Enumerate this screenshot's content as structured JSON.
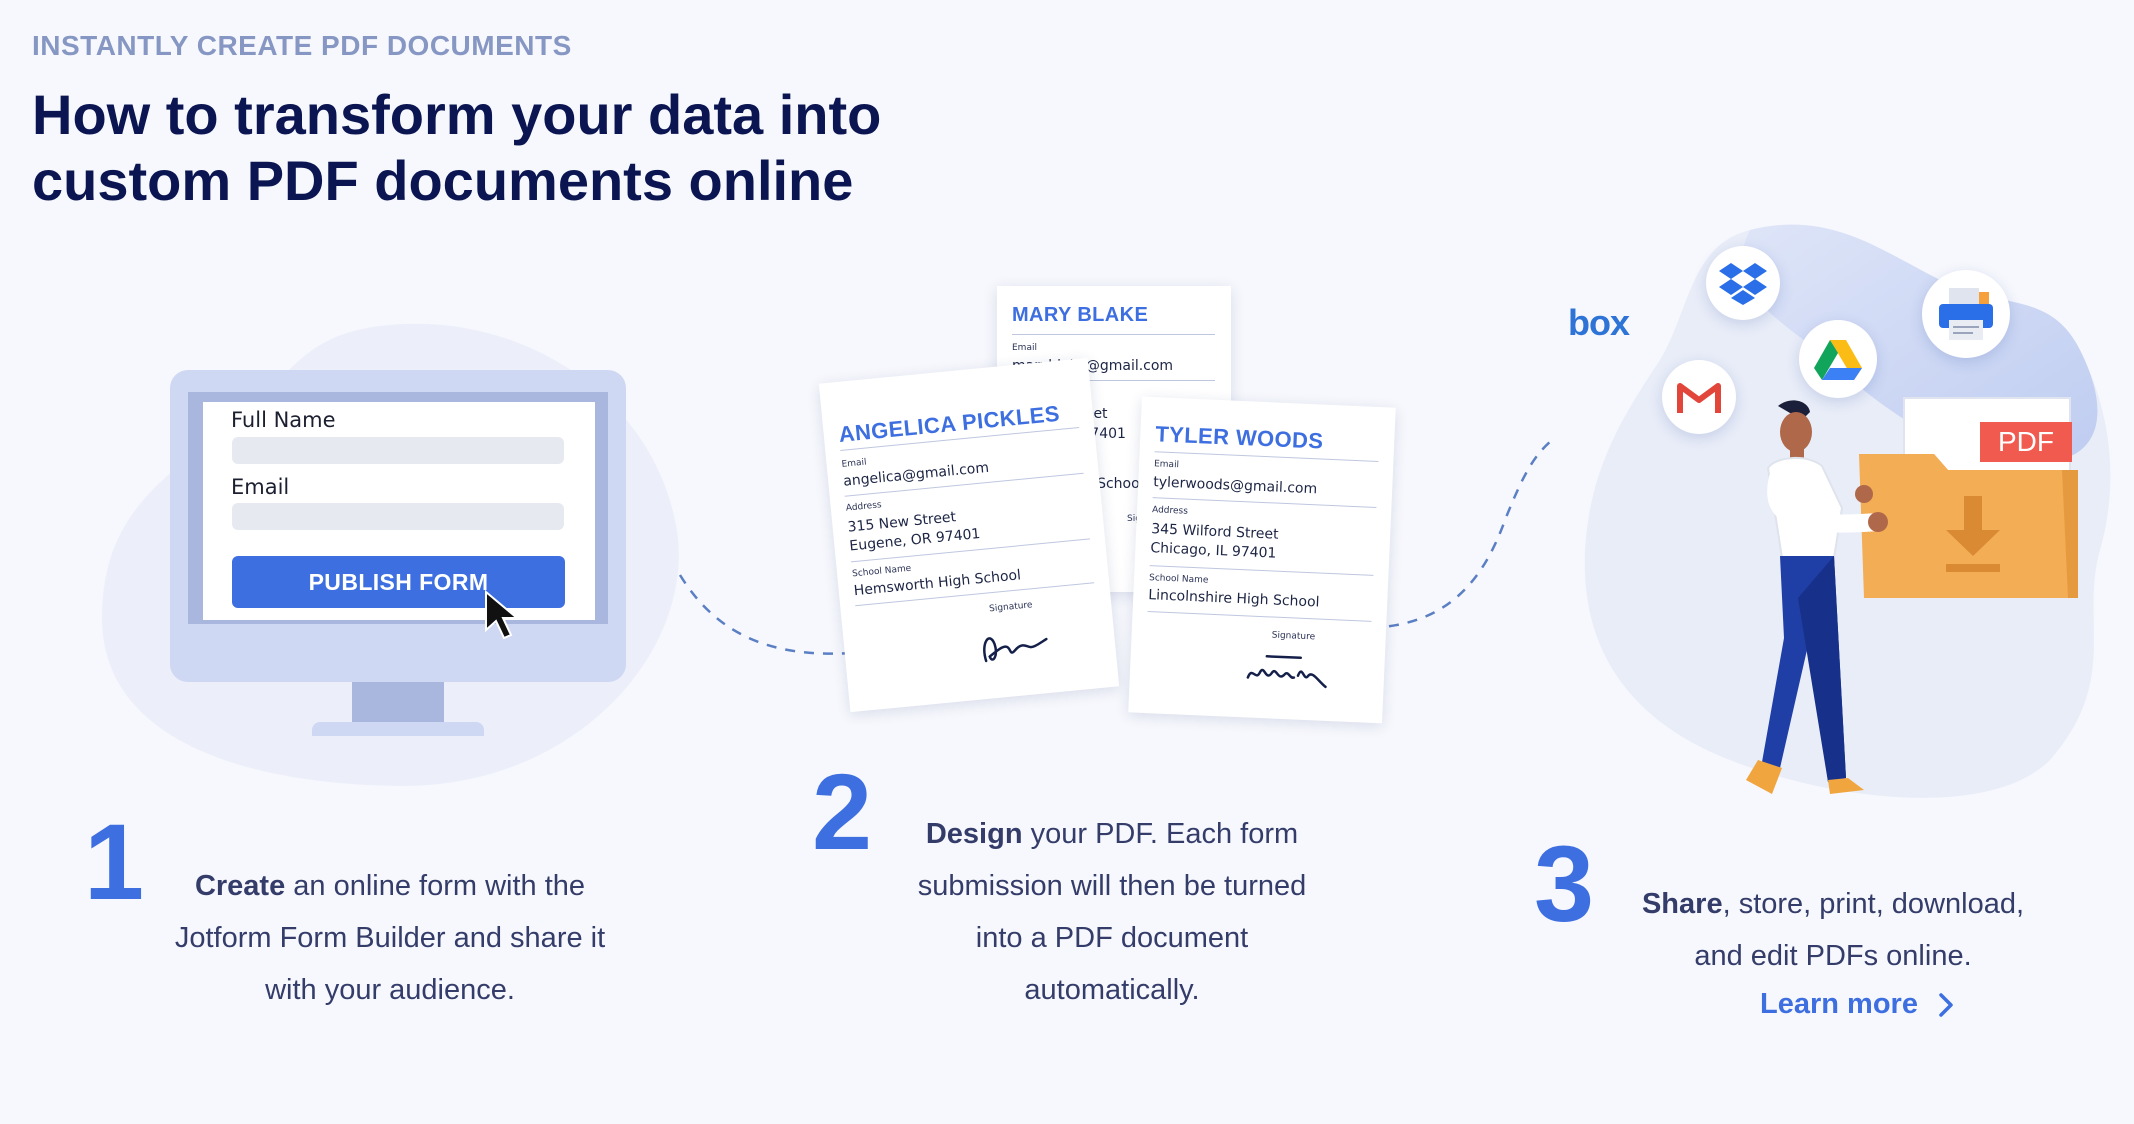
{
  "header": {
    "eyebrow": "INSTANTLY CREATE PDF DOCUMENTS",
    "title_line1": "How to transform your data into",
    "title_line2": "custom PDF documents online"
  },
  "form_preview": {
    "field1_label": "Full Name",
    "field2_label": "Email",
    "button_label": "PUBLISH FORM"
  },
  "cards": {
    "back": {
      "name": "MARY BLAKE",
      "email_label": "Email",
      "email": "maryblake@gmail.com",
      "frag_street": "Street",
      "frag_city": "IL 97401",
      "frag_school": "igh School",
      "frag_sig": "Signa"
    },
    "left": {
      "name": "ANGELICA PICKLES",
      "email_label": "Email",
      "email": "angelica@gmail.com",
      "address_label": "Address",
      "address1": "315 New Street",
      "address2": "Eugene, OR 97401",
      "school_label": "School Name",
      "school": "Hemsworth High School",
      "signature_label": "Signature"
    },
    "right": {
      "name": "TYLER WOODS",
      "email_label": "Email",
      "email": "tylerwoods@gmail.com",
      "address_label": "Address",
      "address1": "345 Wilford Street",
      "address2": "Chicago, IL 97401",
      "school_label": "School Name",
      "school": "Lincolnshire High School",
      "signature_label": "Signature"
    }
  },
  "share": {
    "box_logo": "box",
    "pdf_tag": "PDF",
    "icons": [
      "box-logo-icon",
      "dropbox-icon",
      "gmail-icon",
      "google-drive-icon",
      "printer-icon"
    ]
  },
  "steps": [
    {
      "number": "1",
      "bold": "Create",
      "line1_rest": " an online form with the",
      "line2": "Jotform Form Builder and share it",
      "line3": "with your audience."
    },
    {
      "number": "2",
      "bold": "Design",
      "line1_rest": " your PDF. Each form",
      "line2": "submission will then be turned",
      "line3": "into a PDF document",
      "line4": "automatically."
    },
    {
      "number": "3",
      "bold": "Share",
      "line1_rest": ", store, print, download,",
      "line2": "and edit PDFs online.",
      "link": "Learn more"
    }
  ],
  "colors": {
    "accent": "#3e6fe0",
    "navy": "#0a1551",
    "muted": "#8797c4",
    "folder": "#f0a64a",
    "pdf_red": "#f05a4f"
  }
}
